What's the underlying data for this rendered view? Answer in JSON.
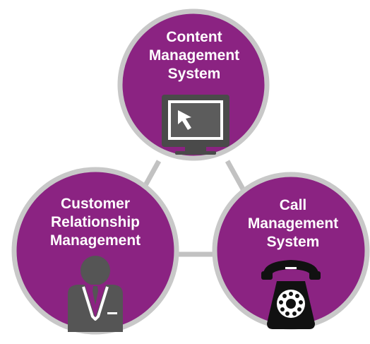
{
  "diagram": {
    "colors": {
      "circle_fill": "#8b2382",
      "circle_ring": "#c8c8c8",
      "connector": "#c2c2c2",
      "label_text": "#ffffff",
      "icon_dark": "#3a3a3a",
      "icon_gray": "#555555"
    },
    "nodes": {
      "cms": {
        "label_line1": "Content",
        "label_line2": "Management",
        "label_line3": "System",
        "icon": "computer-monitor-icon"
      },
      "crm": {
        "label_line1": "Customer",
        "label_line2": "Relationship",
        "label_line3": "Management",
        "icon": "businessman-icon"
      },
      "call": {
        "label_line1": "Call",
        "label_line2": "Management",
        "label_line3": "System",
        "icon": "rotary-telephone-icon"
      }
    }
  }
}
